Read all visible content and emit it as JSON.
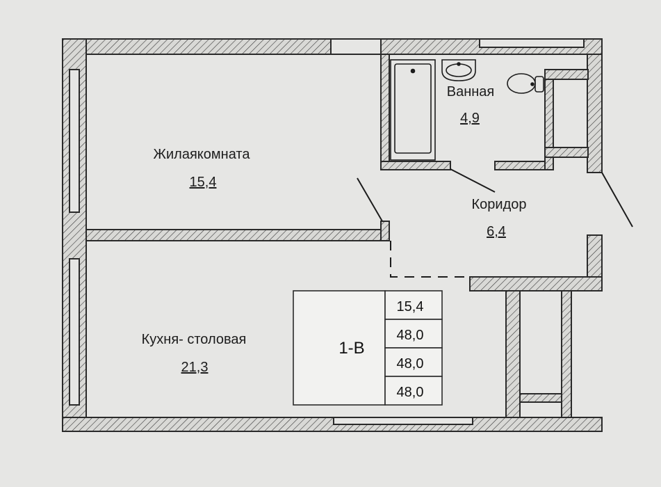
{
  "rooms": {
    "living": {
      "name": "Жилаякомната",
      "area": "15,4"
    },
    "bathroom": {
      "name": "Ванная",
      "area": "4,9"
    },
    "corridor": {
      "name": "Коридор",
      "area": "6,4"
    },
    "kitchen": {
      "name": "Кухня- столовая",
      "area": "21,3"
    }
  },
  "summary_table": {
    "apartment_type": "1-В",
    "values": [
      "15,4",
      "48,0",
      "48,0",
      "48,0"
    ]
  },
  "colors": {
    "background": "#e6e6e4",
    "wall_fill": "#d8d8d5",
    "wall_line": "#2a2a2a",
    "text": "#1c1c1c"
  }
}
